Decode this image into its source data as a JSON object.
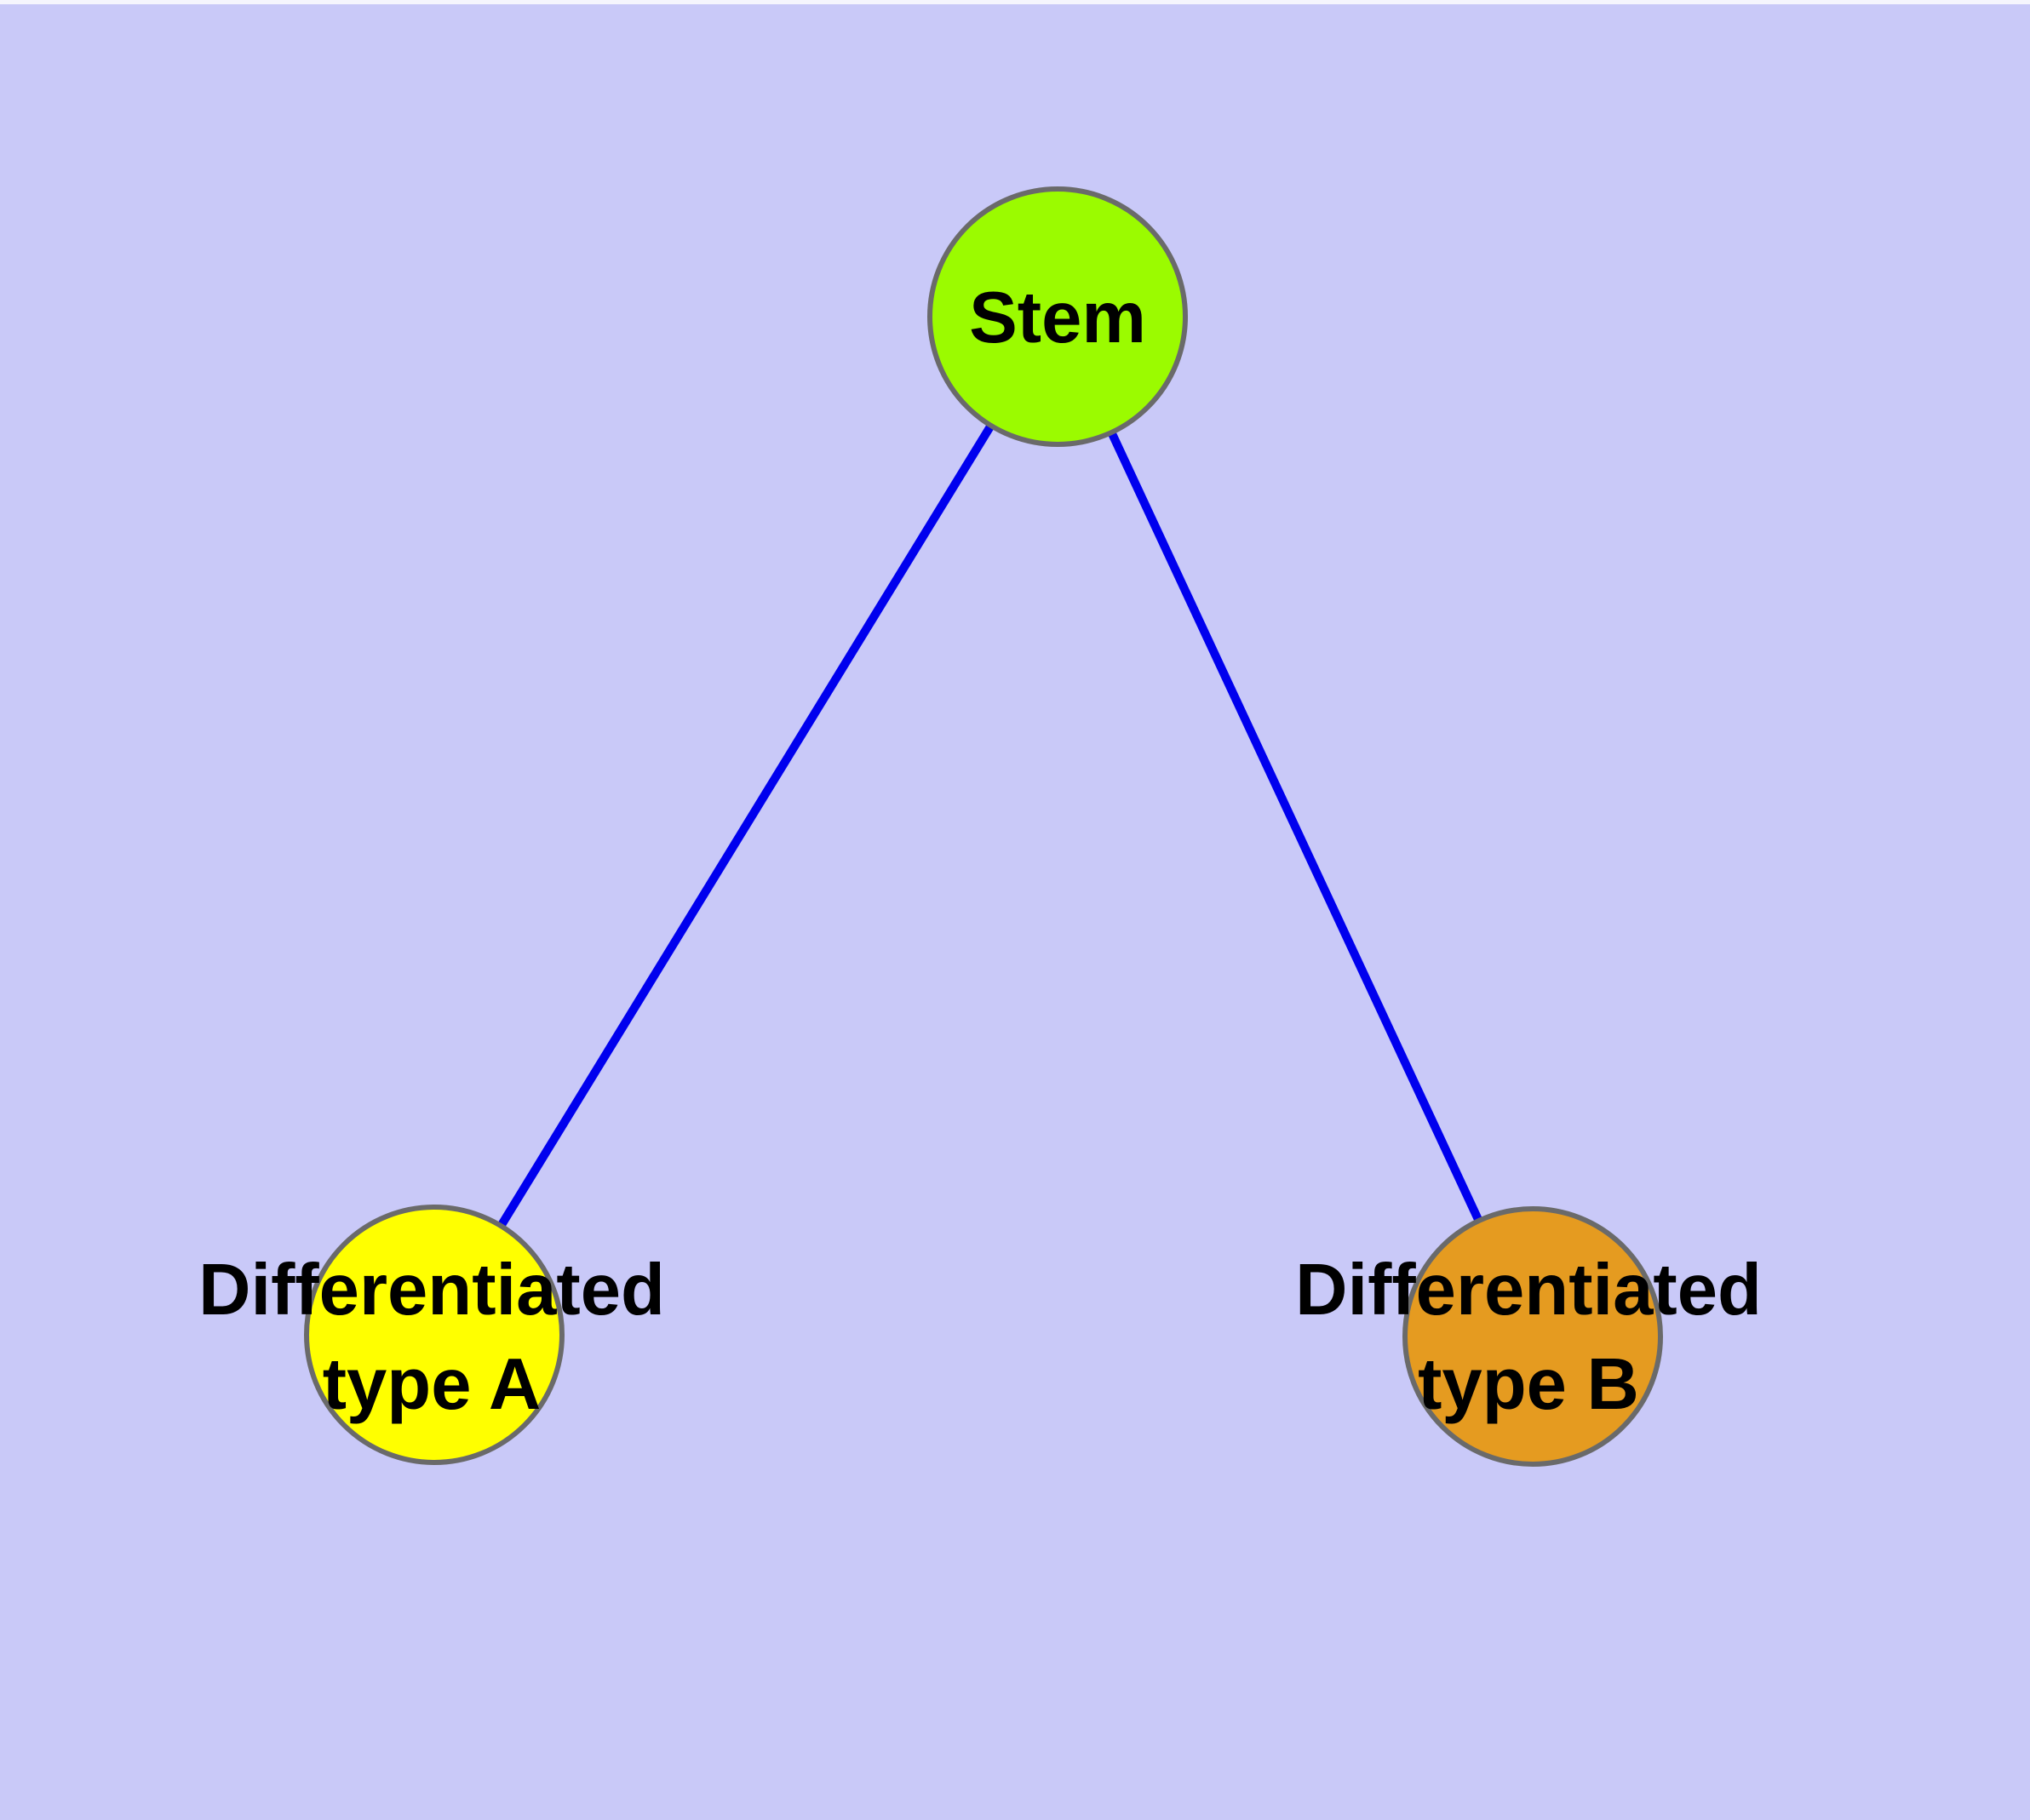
{
  "background_color": "#C9C9F8",
  "node_border_color": "#6A6A6A",
  "label_color": "#000000",
  "nodes": {
    "stem": {
      "label": "Stem",
      "fill": "#9BFB00"
    },
    "type_a": {
      "label_line1": "Differentiated",
      "label_line2": "type A",
      "fill": "#FFFF00"
    },
    "type_b": {
      "label_line1": "Differentiated",
      "label_line2": "type B",
      "fill": "#E59B20"
    }
  },
  "edges": {
    "color": "#0000EE",
    "list": [
      {
        "from": "stem",
        "to": "type_a"
      },
      {
        "from": "stem",
        "to": "type_b"
      }
    ]
  }
}
